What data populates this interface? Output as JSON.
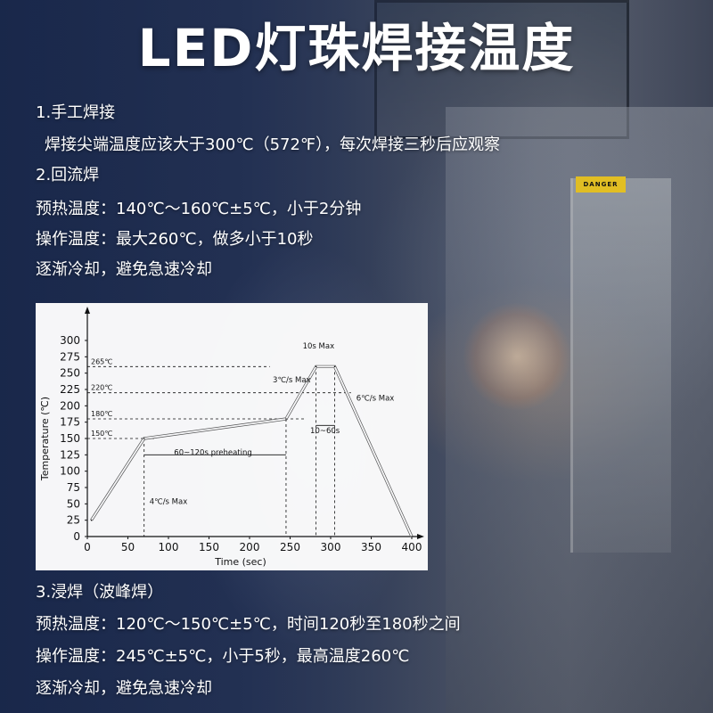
{
  "title": "LED灯珠焊接温度",
  "sections": {
    "manual": {
      "heading": "1.手工焊接",
      "lines": [
        "焊接尖端温度应该大于300℃（572℉），每次焊接三秒后应观察"
      ]
    },
    "reflow": {
      "heading": "2.回流焊",
      "lines": [
        "预热温度：140℃～160℃±5℃，小于2分钟",
        "操作温度：最大260℃，做多小于10秒",
        "逐渐冷却，避免急速冷却"
      ]
    },
    "dip": {
      "heading": "3.浸焊（波峰焊）",
      "lines": [
        "预热温度：120℃～150℃±5℃，时间120秒至180秒之间",
        "操作温度：245℃±5℃，小于5秒，最高温度260℃",
        "逐渐冷却，避免急速冷却"
      ]
    }
  },
  "chart_data": {
    "type": "line",
    "title": "",
    "xlabel": "Time (sec)",
    "ylabel": "Temperature (℃)",
    "xlim": [
      0,
      400
    ],
    "ylim": [
      0,
      300
    ],
    "x_ticks": [
      0,
      50,
      100,
      150,
      200,
      250,
      300,
      350,
      400
    ],
    "y_ticks": [
      0,
      25,
      50,
      75,
      100,
      125,
      150,
      175,
      200,
      225,
      250,
      275,
      300
    ],
    "grid": false,
    "series": [
      {
        "name": "",
        "x": [
          5,
          70,
          245,
          282,
          305,
          400
        ],
        "y": [
          25,
          150,
          180,
          260,
          260,
          0
        ]
      }
    ],
    "line_color": "#ffffff",
    "ref_lines": [
      {
        "label": "265℃",
        "y": 260,
        "x_end": 225
      },
      {
        "label": "220℃",
        "y": 220,
        "x_end": 325
      },
      {
        "label": "180℃",
        "y": 180,
        "x_end": 270
      },
      {
        "label": "150℃",
        "y": 150,
        "x_end": 85
      }
    ],
    "annotations": [
      {
        "label": "10s Max",
        "x": 285,
        "y": 288
      },
      {
        "label": "3℃/s Max",
        "x": 252,
        "y": 236
      },
      {
        "label": "6℃/s Max",
        "x": 355,
        "y": 208
      },
      {
        "label": "10~60s",
        "x": 293,
        "y": 158
      },
      {
        "label": "60~120s preheating",
        "x": 155,
        "y": 125
      },
      {
        "label": "4℃/s Max",
        "x": 100,
        "y": 50
      }
    ]
  },
  "colors": {
    "accent": "#ffffff",
    "chart_bg": "#ffffff",
    "chart_ink": "#111111"
  }
}
